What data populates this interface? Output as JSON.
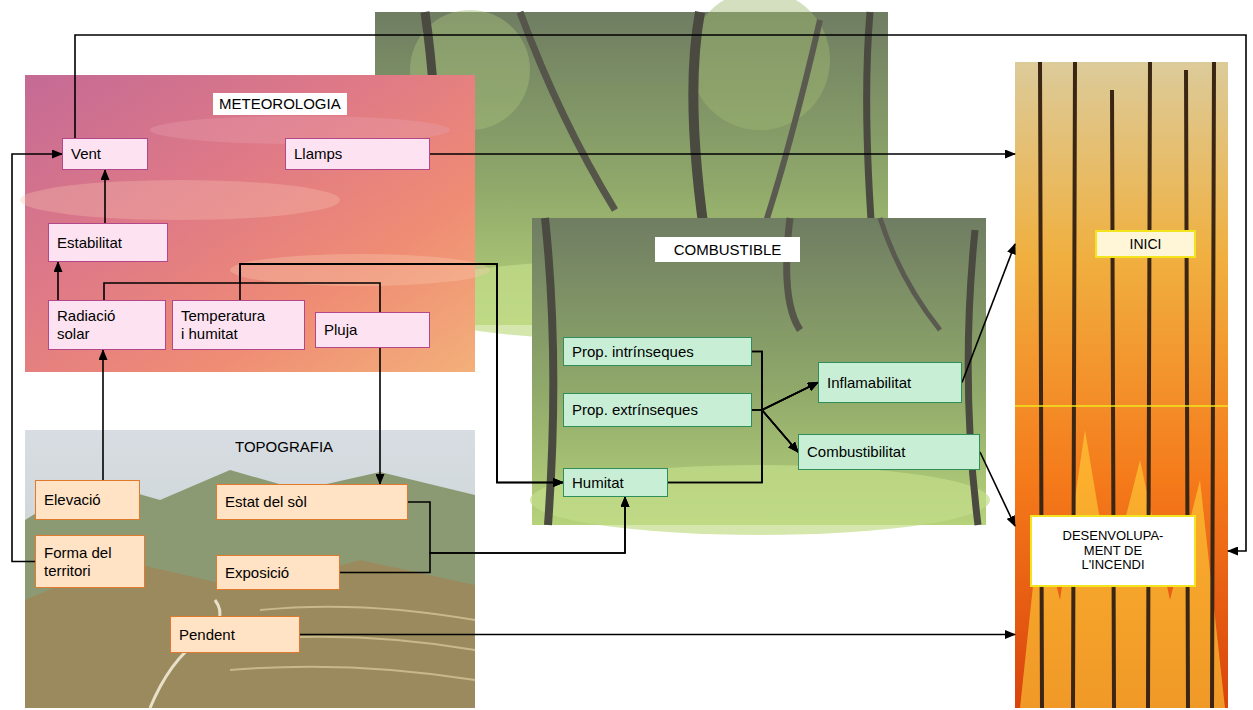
{
  "diagram": {
    "nodes": [
      {
        "text": [
          "METEOROLOGIA"
        ]
      },
      {
        "text": [
          "Vent"
        ],
        "in": 0
      },
      {
        "text": [
          "Llamps"
        ],
        "in": 0
      },
      {
        "text": [
          "Estabilitat"
        ],
        "in": 0
      },
      {
        "text": [
          "Radiació solar"
        ],
        "in": 0
      },
      {
        "text": [
          "Temperatura i humitat"
        ],
        "in": 0
      },
      {
        "text": [
          "Pluja"
        ],
        "in": 0
      },
      {
        "text": [
          "COMBUSTIBLE"
        ]
      },
      {
        "text": [
          "Prop. intrínseques"
        ],
        "in": 7
      },
      {
        "text": [
          "Prop. extrínseques"
        ],
        "in": 7
      },
      {
        "text": [
          "Inflamabilitat"
        ],
        "in": 7
      },
      {
        "text": [
          "Humitat"
        ],
        "in": 7
      },
      {
        "text": [
          "Combustibilitat"
        ],
        "in": 7
      },
      {
        "text": [
          "TOPOGRAFIA"
        ]
      },
      {
        "text": [
          "Elevació"
        ],
        "in": 13
      },
      {
        "text": [
          "Estat del sòl"
        ],
        "in": 13
      },
      {
        "text": [
          "Forma del territori"
        ],
        "in": 13
      },
      {
        "text": [
          "Exposició"
        ],
        "in": 13
      },
      {
        "text": [
          "Pendent"
        ],
        "in": 13
      },
      {
        "text": [
          "INICI"
        ]
      },
      {
        "text": [
          "DESENVOLUPA- MENT DE L'INCENDI"
        ]
      }
    ],
    "edges": [
      {
        "from": 1,
        "to": 20,
        "arrow": "to"
      },
      {
        "from": 2,
        "to": 19,
        "arrow": "to"
      },
      {
        "from": 3,
        "to": 1,
        "arrow": "to"
      },
      {
        "from": 4,
        "to": 3,
        "arrow": "to"
      },
      {
        "from": 16,
        "to": 1,
        "arrow": "to"
      },
      {
        "from": 14,
        "to": 4,
        "arrow": "to"
      },
      {
        "from": 6,
        "to": 15,
        "arrow": "to"
      },
      {
        "from": 4,
        "to": 11,
        "arrow": "to"
      },
      {
        "from": 5,
        "to": 11,
        "arrow": "to"
      },
      {
        "from": 6,
        "to": 11,
        "arrow": "to"
      },
      {
        "from": 15,
        "to": 11,
        "arrow": "to"
      },
      {
        "from": 17,
        "to": 11,
        "arrow": "to"
      },
      {
        "from": 8,
        "to": 10,
        "arrow": "to"
      },
      {
        "from": 8,
        "to": 12,
        "arrow": "to"
      },
      {
        "from": 9,
        "to": 10,
        "arrow": "to"
      },
      {
        "from": 9,
        "to": 12,
        "arrow": "to"
      },
      {
        "from": 11,
        "to": 10,
        "arrow": "to"
      },
      {
        "from": 11,
        "to": 12,
        "arrow": "to"
      },
      {
        "from": 10,
        "to": 19,
        "arrow": "to"
      },
      {
        "from": 12,
        "to": 20,
        "arrow": "to"
      },
      {
        "from": 18,
        "to": 20,
        "arrow": "to"
      }
    ]
  }
}
